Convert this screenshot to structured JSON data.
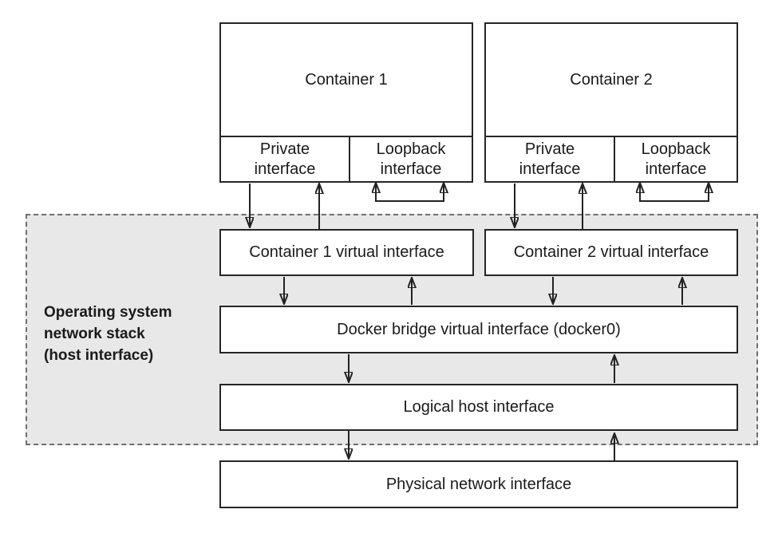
{
  "containers": [
    {
      "title": "Container 1",
      "interfaces": [
        "Private\ninterface",
        "Loopback\ninterface"
      ]
    },
    {
      "title": "Container 2",
      "interfaces": [
        "Private\ninterface",
        "Loopback\ninterface"
      ]
    }
  ],
  "os_stack": {
    "label": "Operating system\nnetwork stack\n(host interface)"
  },
  "nodes": {
    "c1_virtual": "Container 1 virtual interface",
    "c2_virtual": "Container 2 virtual interface",
    "bridge": "Docker bridge virtual interface (docker0)",
    "logical_host": "Logical host interface",
    "physical": "Physical network interface"
  },
  "edges": [
    {
      "from": "Container 1 private interface",
      "to": "Container 1 virtual interface",
      "direction": "down"
    },
    {
      "from": "Container 1 virtual interface",
      "to": "Container 1 private interface",
      "direction": "up"
    },
    {
      "from": "Container 1 loopback interface",
      "to": "Container 1 loopback interface",
      "direction": "self-loop"
    },
    {
      "from": "Container 2 private interface",
      "to": "Container 2 virtual interface",
      "direction": "down"
    },
    {
      "from": "Container 2 virtual interface",
      "to": "Container 2 private interface",
      "direction": "up"
    },
    {
      "from": "Container 2 loopback interface",
      "to": "Container 2 loopback interface",
      "direction": "self-loop"
    },
    {
      "from": "Container 1 virtual interface",
      "to": "Docker bridge virtual interface (docker0)",
      "direction": "down"
    },
    {
      "from": "Docker bridge virtual interface (docker0)",
      "to": "Container 1 virtual interface",
      "direction": "up"
    },
    {
      "from": "Container 2 virtual interface",
      "to": "Docker bridge virtual interface (docker0)",
      "direction": "down"
    },
    {
      "from": "Docker bridge virtual interface (docker0)",
      "to": "Container 2 virtual interface",
      "direction": "up"
    },
    {
      "from": "Docker bridge virtual interface (docker0)",
      "to": "Logical host interface",
      "direction": "down"
    },
    {
      "from": "Logical host interface",
      "to": "Docker bridge virtual interface (docker0)",
      "direction": "up"
    },
    {
      "from": "Logical host interface",
      "to": "Physical network interface",
      "direction": "down"
    },
    {
      "from": "Physical network interface",
      "to": "Logical host interface",
      "direction": "up"
    }
  ],
  "colors": {
    "region_fill": "#e8e8e8",
    "region_dashed_border": "#6f6f6f",
    "box_border": "#262626",
    "arrow": "#222222",
    "text": "#1a1a1a",
    "background": "#ffffff"
  }
}
